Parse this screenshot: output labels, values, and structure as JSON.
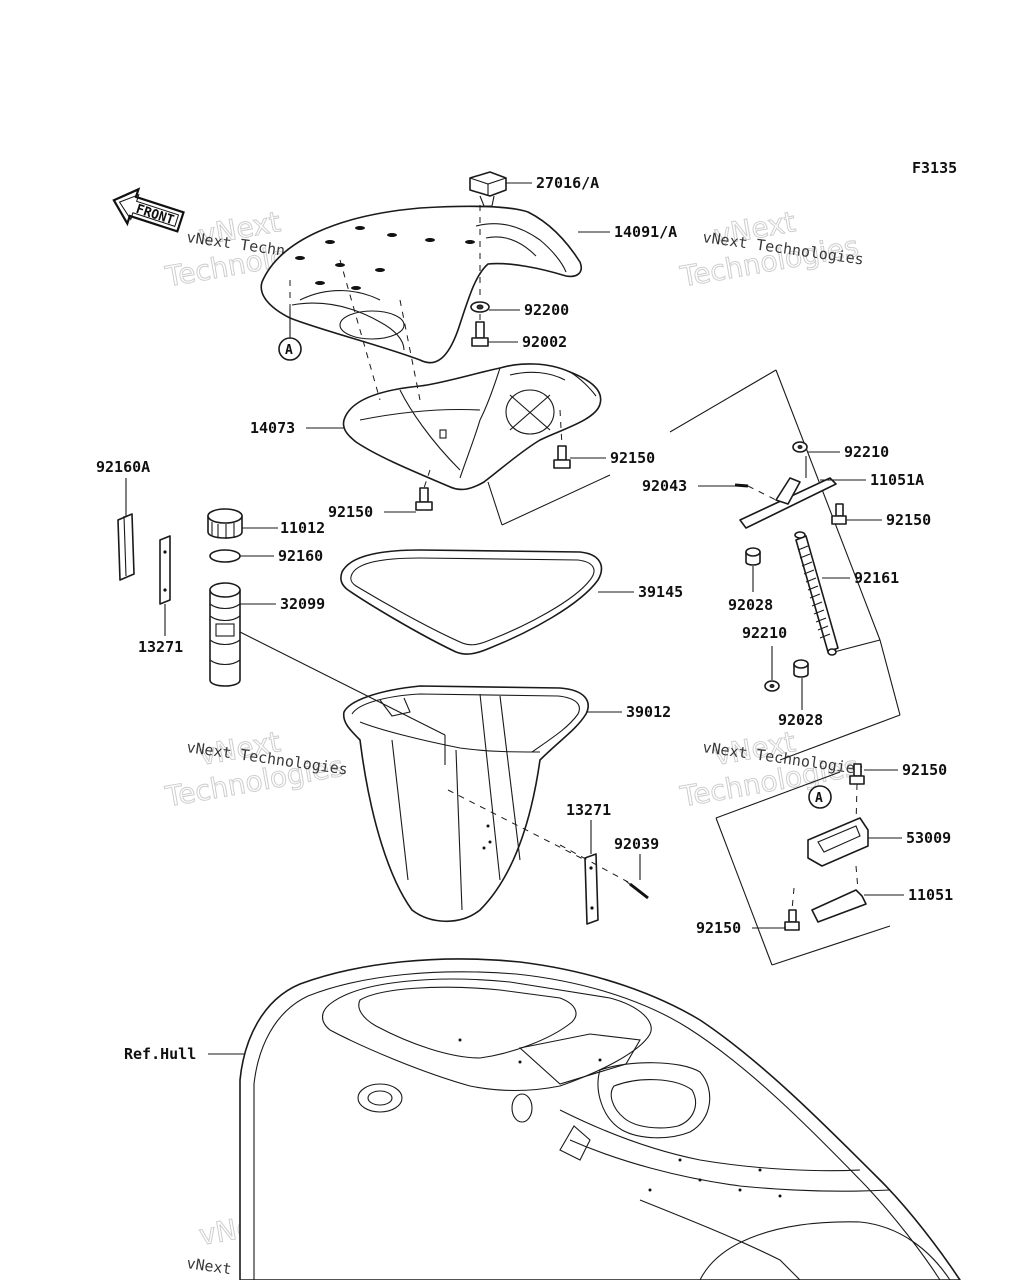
{
  "diagram": {
    "figure_code": "F3135",
    "front_arrow_label": "FRONT",
    "ref_marker": "A",
    "watermark_brand": "vNext Technologies",
    "watermark_big_1": "vNext",
    "watermark_big_2": "Technologies",
    "labels": {
      "p27016A": "27016/A",
      "p14091A": "14091/A",
      "p92200": "92200",
      "p92002": "92002",
      "p14073": "14073",
      "p92150_a": "92150",
      "p92150_b": "92150",
      "p92160A": "92160A",
      "p11012": "11012",
      "p92160": "92160",
      "p32099": "32099",
      "p13271_a": "13271",
      "p39145": "39145",
      "p39012": "39012",
      "p13271_b": "13271",
      "p92039": "92039",
      "p92210_a": "92210",
      "p92043": "92043",
      "p11051A": "11051A",
      "p92150_c": "92150",
      "p92028_a": "92028",
      "p92161": "92161",
      "p92210_b": "92210",
      "p92028_b": "92028",
      "p92150_d": "92150",
      "p53009": "53009",
      "p11051": "11051",
      "p92150_e": "92150",
      "refHull": "Ref.Hull"
    }
  }
}
